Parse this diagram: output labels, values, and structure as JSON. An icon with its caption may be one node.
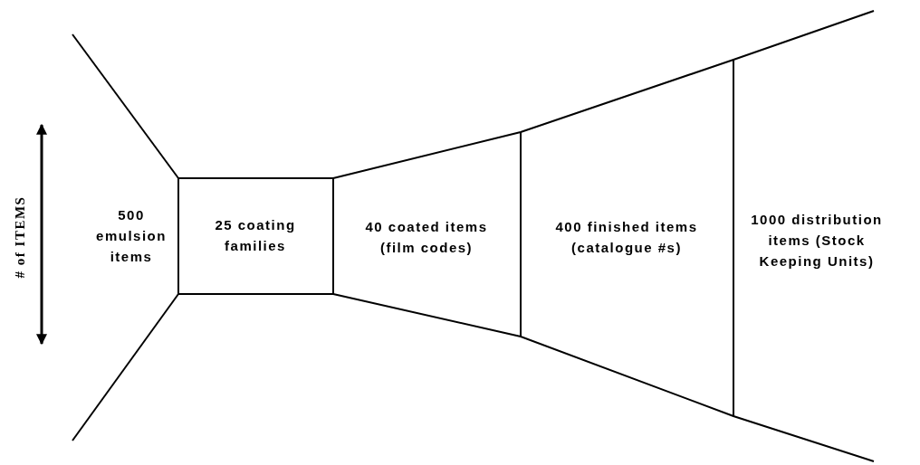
{
  "diagram": {
    "nodes": [
      {
        "text": [
          "500 emulsion items"
        ]
      },
      {
        "text": [
          "25 coating families"
        ]
      },
      {
        "text": [
          "40 coated items (film codes)"
        ]
      },
      {
        "text": [
          "400 finished items (catalogue #s)"
        ]
      },
      {
        "text": [
          "1000 distribution items (Stock Keeping Units)"
        ]
      }
    ],
    "labels": [
      "# of ITEMS"
    ]
  }
}
